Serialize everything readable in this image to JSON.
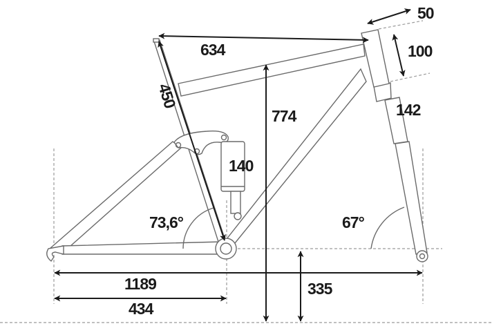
{
  "title": "Frame geometry",
  "colors": {
    "frame": "#6a6a6a",
    "dimension": "#1a1a1a",
    "guide": "#9a9a9a"
  },
  "dimensions": {
    "top_tube": "634",
    "seat_tube": "450",
    "stack": "774",
    "stem": "50",
    "spacers": "100",
    "head_tube": "142",
    "shock_travel": "140",
    "seat_angle": "73,6°",
    "head_angle": "67°",
    "wheelbase": "1189",
    "chainstay": "434",
    "bb_height": "335"
  }
}
